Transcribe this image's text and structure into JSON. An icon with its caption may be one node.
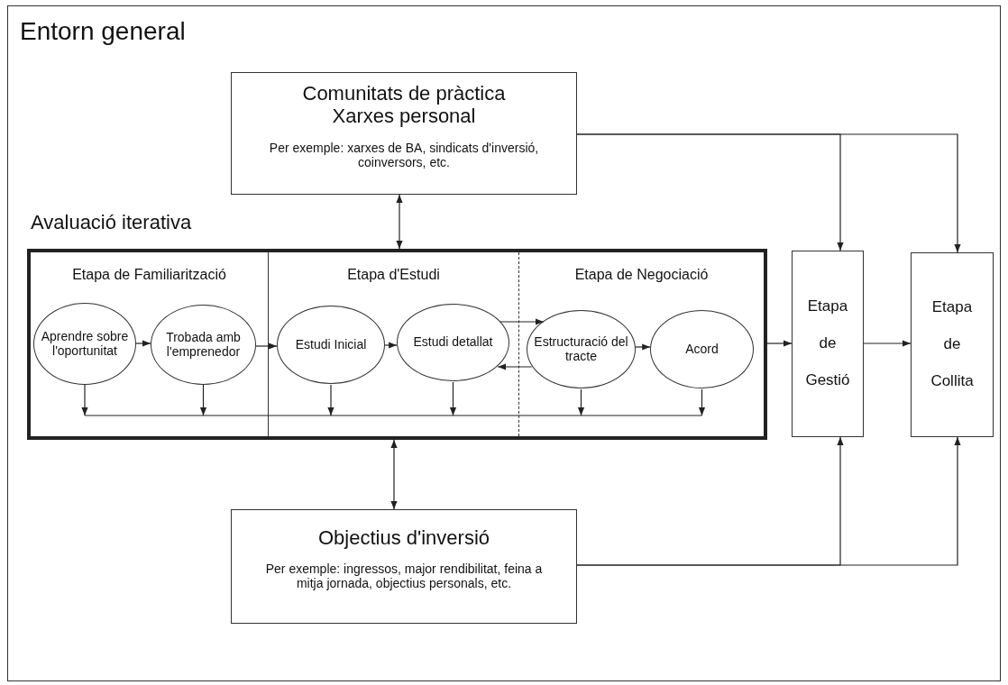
{
  "diagram": {
    "nodes": [
      {
        "text": [
          "Entorn general"
        ]
      },
      {
        "text": [
          "Comunitats de pràctica Xarxes personal",
          "Per exemple: xarxes de BA, sindicats d'inversió, coinversors, etc."
        ],
        "in": 0
      },
      {
        "text": [
          "Avaluació iterativa"
        ],
        "in": 0
      },
      {
        "text": [
          "Etapa de Familiarització"
        ],
        "in": 2
      },
      {
        "text": [
          "Aprendre sobre l'oportunitat"
        ],
        "in": 3
      },
      {
        "text": [
          "Trobada amb l'emprenedor"
        ],
        "in": 3
      },
      {
        "text": [
          "Etapa d'Estudi"
        ],
        "in": 2
      },
      {
        "text": [
          "Estudi Inicial"
        ],
        "in": 6
      },
      {
        "text": [
          "Estudi detallat"
        ],
        "in": 6
      },
      {
        "text": [
          "Etapa de Negociació"
        ],
        "in": 2
      },
      {
        "text": [
          "Estructuració del tracte"
        ],
        "in": 9
      },
      {
        "text": [
          "Acord"
        ],
        "in": 9
      },
      {
        "text": [
          "Objectius d'inversió",
          "Per exemple: ingressos, major rendibilitat, feina a mitja jornada, objectius personals, etc."
        ],
        "in": 0
      },
      {
        "text": [
          "Etapa de Gestió"
        ],
        "in": 0
      },
      {
        "text": [
          "Etapa de Collita"
        ],
        "in": 0
      }
    ],
    "edges": [
      {
        "from": 4,
        "to": 5,
        "arrow": "to"
      },
      {
        "from": 5,
        "to": 7,
        "arrow": "to"
      },
      {
        "from": 7,
        "to": 8,
        "arrow": "to"
      },
      {
        "from": 8,
        "to": 10,
        "arrow": "to"
      },
      {
        "from": 10,
        "to": 8,
        "arrow": "to"
      },
      {
        "from": 10,
        "to": 11,
        "arrow": "to"
      },
      {
        "from": 2,
        "to": 13,
        "arrow": "to"
      },
      {
        "from": 13,
        "to": 14,
        "arrow": "to"
      },
      {
        "from": 1,
        "to": 2,
        "arrow": "both"
      },
      {
        "from": 2,
        "to": 12,
        "arrow": "both"
      },
      {
        "from": 1,
        "to": 13,
        "arrow": "to"
      },
      {
        "from": 1,
        "to": 14,
        "arrow": "to"
      },
      {
        "from": 12,
        "to": 13,
        "arrow": "to"
      },
      {
        "from": 12,
        "to": 14,
        "arrow": "to"
      },
      {
        "from": 4,
        "to": null,
        "arrow": "to"
      },
      {
        "from": 5,
        "to": null,
        "arrow": "to"
      },
      {
        "from": 7,
        "to": null,
        "arrow": "to"
      },
      {
        "from": 8,
        "to": null,
        "arrow": "to"
      },
      {
        "from": 10,
        "to": null,
        "arrow": "to"
      },
      {
        "from": 11,
        "to": null,
        "arrow": "to"
      }
    ]
  }
}
